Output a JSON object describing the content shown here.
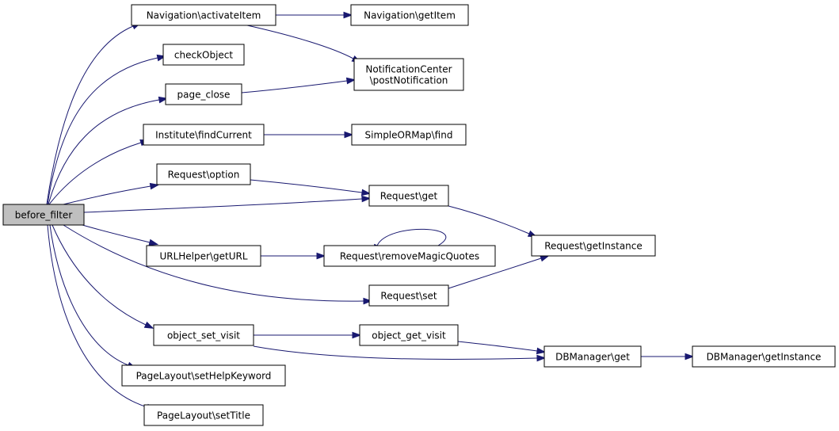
{
  "nodes": {
    "before_filter": {
      "label": "before_filter",
      "root": true
    },
    "nav_activate": {
      "label": "Navigation\\activateItem"
    },
    "nav_getitem": {
      "label": "Navigation\\getItem"
    },
    "check_object": {
      "label": "checkObject"
    },
    "notif_center": {
      "lines": [
        "NotificationCenter",
        "\\postNotification"
      ]
    },
    "page_close": {
      "label": "page_close"
    },
    "inst_findcurrent": {
      "label": "Institute\\findCurrent"
    },
    "orm_find": {
      "label": "SimpleORMap\\find"
    },
    "req_option": {
      "label": "Request\\option"
    },
    "req_get": {
      "label": "Request\\get"
    },
    "req_getinstance": {
      "label": "Request\\getInstance"
    },
    "url_geturl": {
      "label": "URLHelper\\getURL"
    },
    "req_removemagic": {
      "label": "Request\\removeMagicQuotes"
    },
    "req_set": {
      "label": "Request\\set"
    },
    "obj_set_visit": {
      "label": "object_set_visit"
    },
    "obj_get_visit": {
      "label": "object_get_visit"
    },
    "db_get": {
      "label": "DBManager\\get"
    },
    "db_getinstance": {
      "label": "DBManager\\getInstance"
    },
    "pl_helpkeyword": {
      "label": "PageLayout\\setHelpKeyword"
    },
    "pl_settitle": {
      "label": "PageLayout\\setTitle"
    }
  },
  "edges": [
    [
      "before_filter",
      "nav_activate"
    ],
    [
      "before_filter",
      "check_object"
    ],
    [
      "before_filter",
      "page_close"
    ],
    [
      "before_filter",
      "inst_findcurrent"
    ],
    [
      "before_filter",
      "req_option"
    ],
    [
      "before_filter",
      "req_get"
    ],
    [
      "before_filter",
      "url_geturl"
    ],
    [
      "before_filter",
      "req_set"
    ],
    [
      "before_filter",
      "obj_set_visit"
    ],
    [
      "before_filter",
      "pl_helpkeyword"
    ],
    [
      "before_filter",
      "pl_settitle"
    ],
    [
      "nav_activate",
      "nav_getitem"
    ],
    [
      "nav_activate",
      "notif_center"
    ],
    [
      "page_close",
      "notif_center"
    ],
    [
      "inst_findcurrent",
      "orm_find"
    ],
    [
      "req_option",
      "req_get"
    ],
    [
      "req_get",
      "req_getinstance"
    ],
    [
      "url_geturl",
      "req_removemagic"
    ],
    [
      "req_removemagic",
      "req_removemagic"
    ],
    [
      "req_set",
      "req_getinstance"
    ],
    [
      "obj_set_visit",
      "obj_get_visit"
    ],
    [
      "obj_set_visit",
      "db_get"
    ],
    [
      "obj_get_visit",
      "db_get"
    ],
    [
      "db_get",
      "db_getinstance"
    ]
  ],
  "colors": {
    "edge": "#191970",
    "root_fill": "#bfbfbf",
    "node_fill": "#ffffff",
    "node_stroke": "#000000"
  }
}
